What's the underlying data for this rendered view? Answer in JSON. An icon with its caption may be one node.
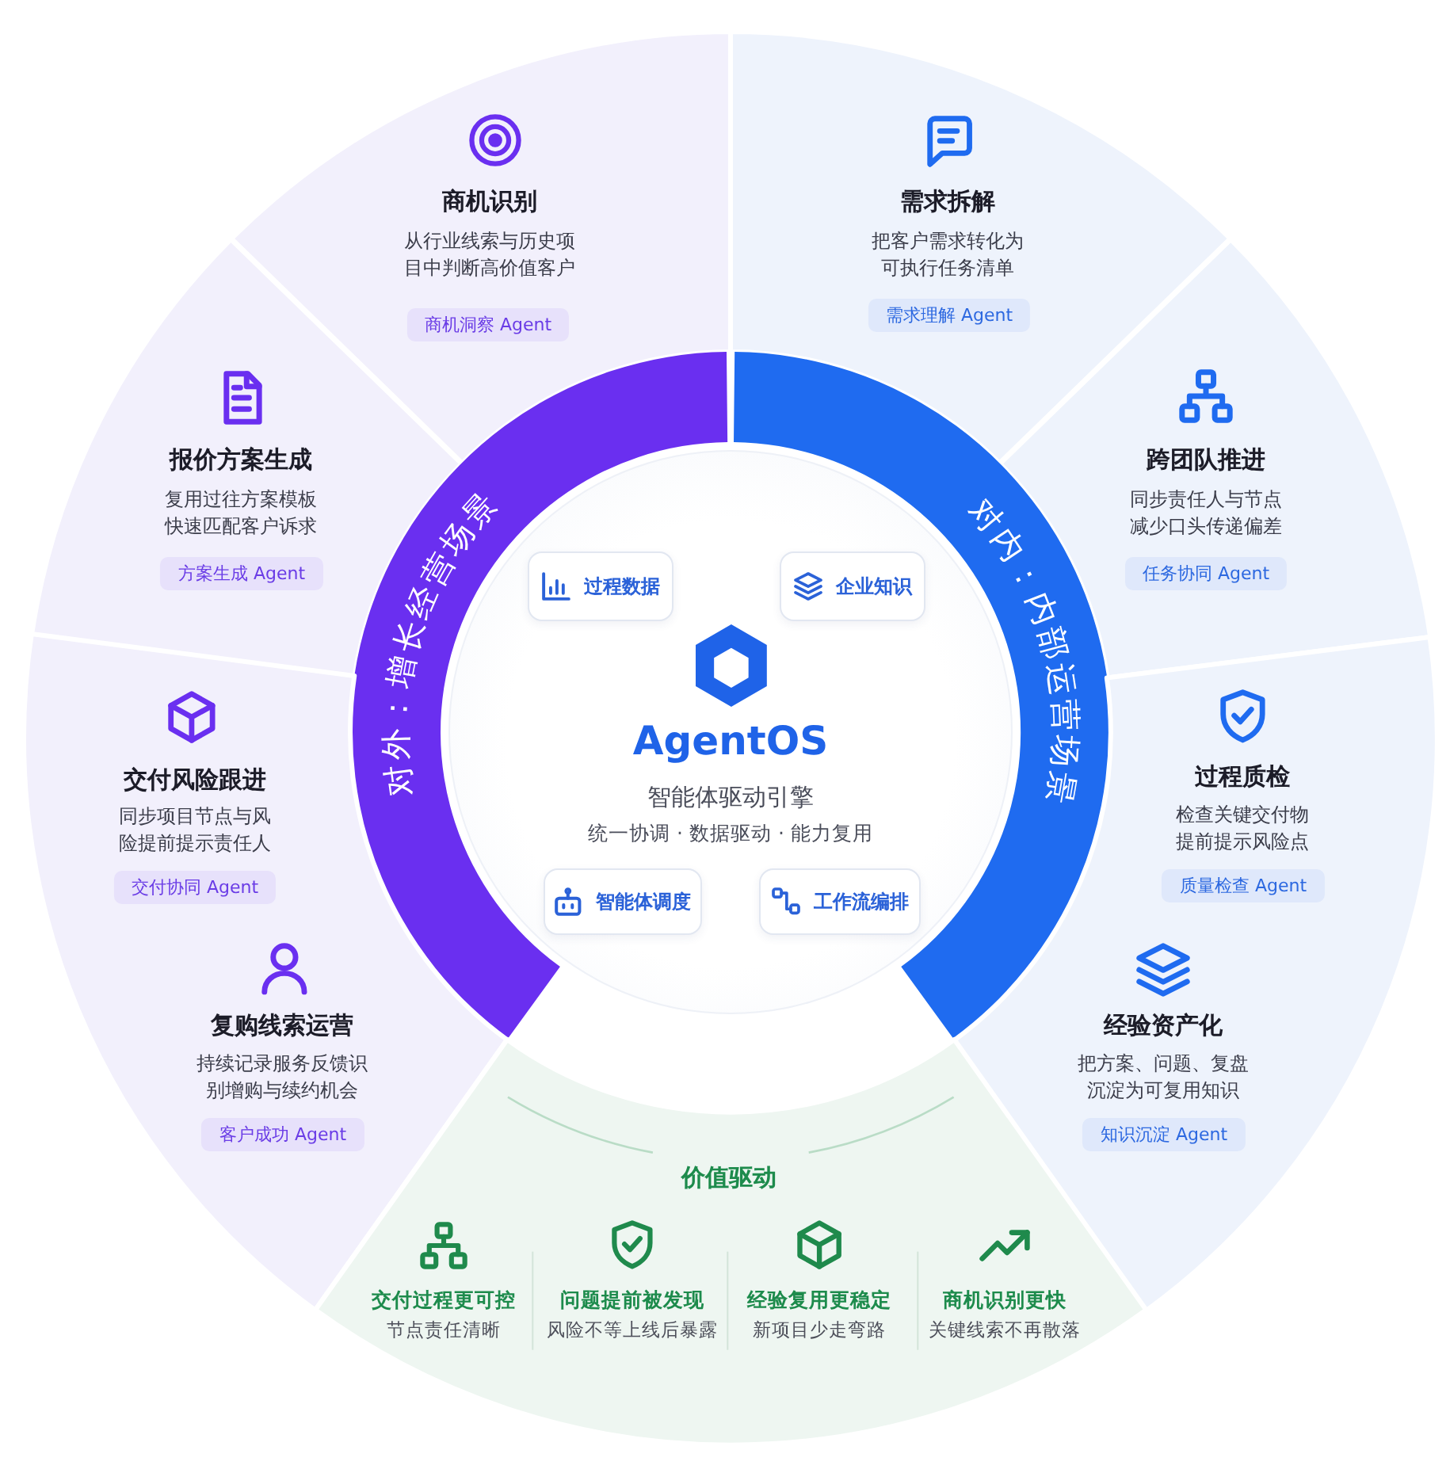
{
  "diagram": {
    "nodes": [
      {
        "text": [
          "商机识别",
          "从行业线索与历史项目中判断高价值客户"
        ]
      },
      {
        "text": [
          "商机洞察 Agent"
        ],
        "in": 0
      },
      {
        "text": [
          "需求拆解",
          "把客户需求转化为可执行任务清单"
        ]
      },
      {
        "text": [
          "需求理解 Agent"
        ],
        "in": 2
      },
      {
        "text": [
          "报价方案生成",
          "复用过往方案模板快速匹配客户诉求"
        ]
      },
      {
        "text": [
          "方案生成 Agent"
        ],
        "in": 4
      },
      {
        "text": [
          "跨团队推进",
          "同步责任人与节点减少口头传递偏差"
        ]
      },
      {
        "text": [
          "任务协同 Agent"
        ],
        "in": 6
      },
      {
        "text": [
          "对外：增长经营场景"
        ]
      },
      {
        "text": [
          "对内：内部运营场景"
        ]
      },
      {
        "text": [
          "AgentOS",
          "智能体驱动引擎",
          "统一协调 · 数据驱动 · 能力复用"
        ]
      },
      {
        "text": [
          "过程数据"
        ],
        "in": 10
      },
      {
        "text": [
          "企业知识"
        ],
        "in": 10
      },
      {
        "text": [
          "智能体调度"
        ],
        "in": 10
      },
      {
        "text": [
          "工作流编排"
        ],
        "in": 10
      },
      {
        "text": [
          "交付风险跟进",
          "同步项目节点与风险提前提示责任人",
          "复购线索运营",
          "持续记录服务反馈识别增购与续约机会"
        ]
      },
      {
        "text": [
          "交付协同 Agent"
        ],
        "in": 15
      },
      {
        "text": [
          "客户成功 Agent"
        ],
        "in": 15
      },
      {
        "text": [
          "过程质检",
          "检查关键交付物提前提示风险点",
          "经验资产化",
          "把方案、问题、复盘沉淀为可复用知识"
        ]
      },
      {
        "text": [
          "质量检查 Agent"
        ],
        "in": 18
      },
      {
        "text": [
          "知识沉淀 Agent"
        ],
        "in": 18
      },
      {
        "text": [
          "价值驱动",
          "交付过程更可控",
          "节点责任清晰",
          "问题提前被发现",
          "风险不等上线后暴露",
          "经验复用更稳定",
          "新项目少走弯路",
          "商机识别更快",
          "关键线索不再散落"
        ]
      }
    ]
  }
}
